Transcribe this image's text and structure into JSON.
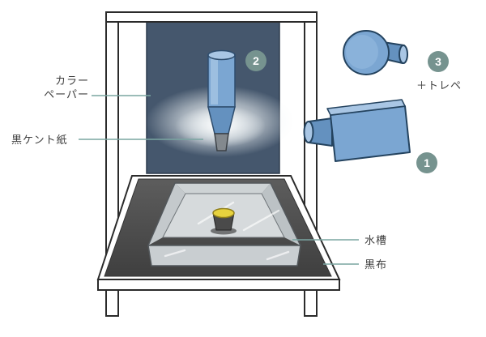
{
  "diagram": {
    "title_hint": "photo-shooting-setup-diagram",
    "labels": {
      "color_paper": {
        "line1": "カラー",
        "line2": "ペーパー"
      },
      "black_kent_paper": "黒ケント紙",
      "water_tank": "水槽",
      "black_cloth": "黒布",
      "tracing_paper_note": "＋トレペ"
    },
    "badges": {
      "camera": "1",
      "spotlight": "2",
      "strobe": "3"
    }
  },
  "colors": {
    "backdrop": "#45576d",
    "device_blue": "#7ba6d2",
    "device_blue_dark": "#6491bf",
    "device_blue_light": "#a9c6e4",
    "cloth_dark": "#4e4e4e",
    "badge_teal": "#76938f",
    "leader_teal": "#7aa5a1",
    "cup_yellow": "#e7d23e",
    "tank_gray": "#d6dadc"
  }
}
